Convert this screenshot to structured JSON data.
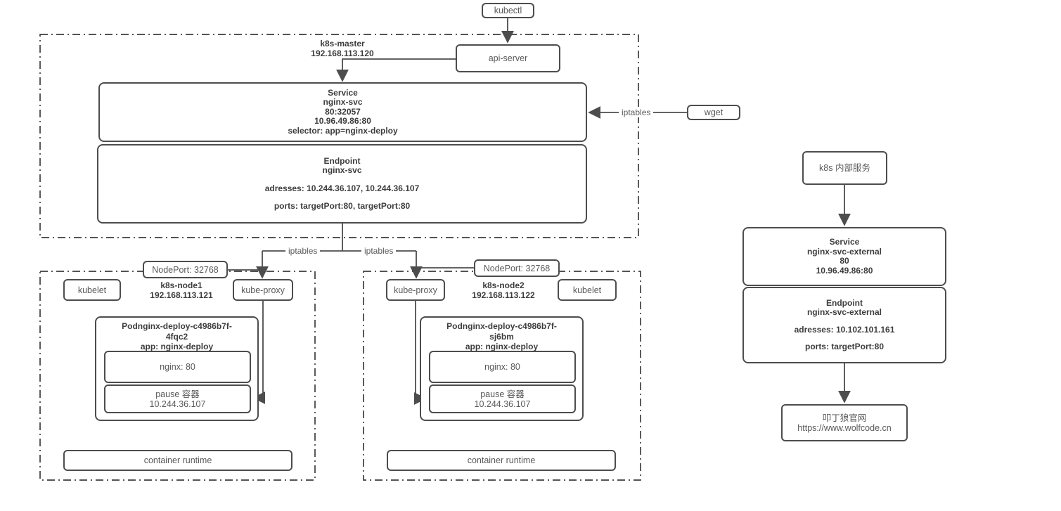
{
  "colors": {
    "line": "#4d4d4d",
    "text_dark": "#3d3d3d",
    "text_gray": "#595959",
    "background": "#ffffff"
  },
  "labels": {
    "kubectl": "kubectl",
    "api_server": "api-server",
    "wget": "wget",
    "iptables": "iptables",
    "nodeport": "NodePort: 32768",
    "kubelet": "kubelet",
    "kube_proxy": "kube-proxy",
    "container_runtime": "container runtime"
  },
  "master": {
    "name": "k8s-master",
    "ip": "192.168.113.120",
    "service": {
      "type": "Service",
      "name": "nginx-svc",
      "port_mapping": "80:32057",
      "cluster_ip": "10.96.49.86:80",
      "selector": "selector: app=nginx-deploy"
    },
    "endpoint": {
      "type": "Endpoint",
      "name": "nginx-svc",
      "addresses": "adresses: 10.244.36.107, 10.244.36.107",
      "ports": "ports: targetPort:80, targetPort:80"
    }
  },
  "node1": {
    "name": "k8s-node1",
    "ip": "192.168.113.121",
    "pod": {
      "name_line1": "Podnginx-deploy-c4986b7f-",
      "name_line2": "4fqc2",
      "app_label": "app: nginx-deploy",
      "container": "nginx: 80",
      "pause_name": "pause 容器",
      "pause_ip": "10.244.36.107"
    }
  },
  "node2": {
    "name": "k8s-node2",
    "ip": "192.168.113.122",
    "pod": {
      "name_line1": "Podnginx-deploy-c4986b7f-",
      "name_line2": "sj6bm",
      "app_label": "app: nginx-deploy",
      "container": "nginx: 80",
      "pause_name": "pause 容器",
      "pause_ip": "10.244.36.107"
    }
  },
  "external": {
    "entry": "k8s 内部服务",
    "service": {
      "type": "Service",
      "name": "nginx-svc-external",
      "port": "80",
      "cluster_ip": "10.96.49.86:80"
    },
    "endpoint": {
      "type": "Endpoint",
      "name": "nginx-svc-external",
      "addresses": "adresses: 10.102.101.161",
      "ports": "ports: targetPort:80"
    },
    "website": {
      "name": "叩丁狼官网",
      "url": "https://www.wolfcode.cn"
    }
  }
}
